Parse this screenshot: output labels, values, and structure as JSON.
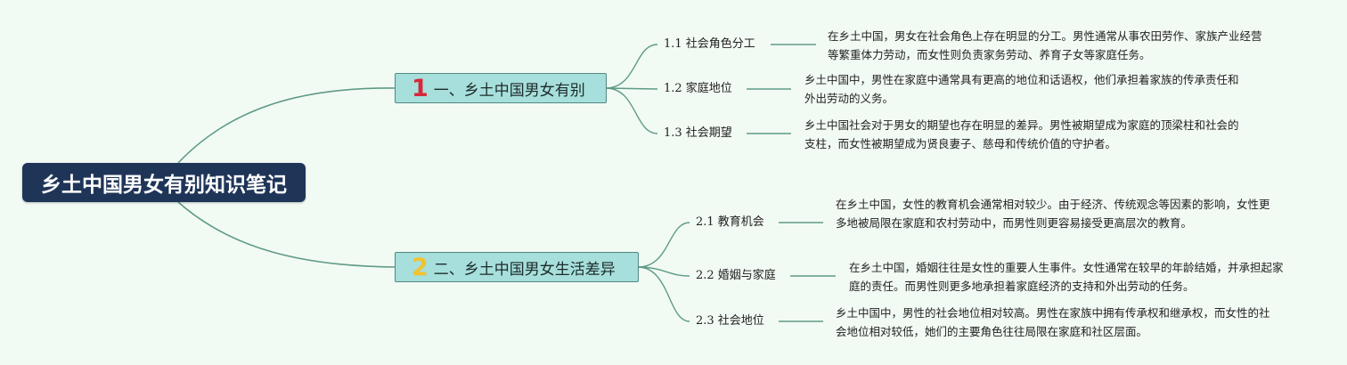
{
  "root": {
    "title": "乡土中国男女有别知识笔记"
  },
  "branches": [
    {
      "number": "1",
      "number_color": "#d8263a",
      "title": "一、乡土中国男女有别",
      "items": [
        {
          "label": "1.1 社会角色分工",
          "text": "在乡土中国，男女在社会角色上存在明显的分工。男性通常从事农田劳作、家族产业经营等繁重体力劳动，而女性则负责家务劳动、养育子女等家庭任务。"
        },
        {
          "label": "1.2 家庭地位",
          "text": "乡土中国中，男性在家庭中通常具有更高的地位和话语权，他们承担着家族的传承责任和外出劳动的义务。"
        },
        {
          "label": "1.3 社会期望",
          "text": "乡土中国社会对于男女的期望也存在明显的差异。男性被期望成为家庭的顶梁柱和社会的支柱，而女性被期望成为贤良妻子、慈母和传统价值的守护者。"
        }
      ]
    },
    {
      "number": "2",
      "number_color": "#f2c230",
      "title": "二、乡土中国男女生活差异",
      "items": [
        {
          "label": "2.1 教育机会",
          "text": "在乡土中国，女性的教育机会通常相对较少。由于经济、传统观念等因素的影响，女性更多地被局限在家庭和农村劳动中，而男性则更容易接受更高层次的教育。"
        },
        {
          "label": "2.2 婚姻与家庭",
          "text": "在乡土中国，婚姻往往是女性的重要人生事件。女性通常在较早的年龄结婚，并承担起家庭的责任。而男性则更多地承担着家庭经济的支持和外出劳动的任务。"
        },
        {
          "label": "2.3 社会地位",
          "text": "乡土中国中，男性的社会地位相对较高。男性在家族中拥有传承权和继承权，而女性的社会地位相对较低，她们的主要角色往往局限在家庭和社区层面。"
        }
      ]
    }
  ],
  "colors": {
    "line": "#5e9b86",
    "root_bg": "#1f3558",
    "branch_bg": "#a6dfdb"
  }
}
